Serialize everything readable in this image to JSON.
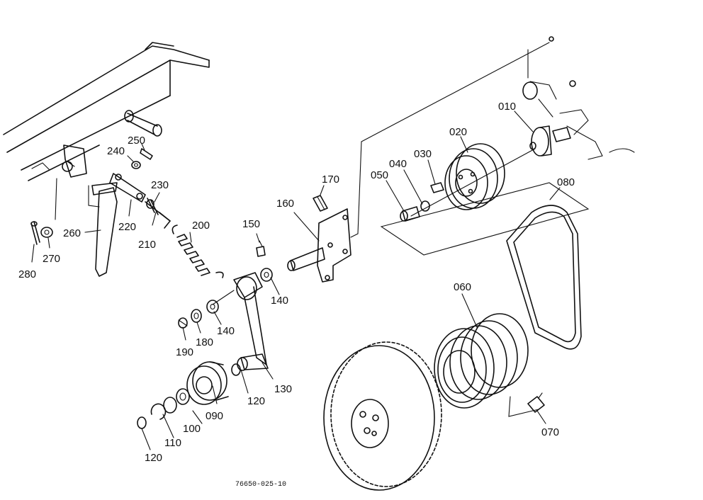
{
  "labels": {
    "p010": "010",
    "p020": "020",
    "p030": "030",
    "p040": "040",
    "p050": "050",
    "p060": "060",
    "p070": "070",
    "p080": "080",
    "p090": "090",
    "p100": "100",
    "p110": "110",
    "p120a": "120",
    "p120b": "120",
    "p130": "130",
    "p140a": "140",
    "p140b": "140",
    "p150": "150",
    "p160": "160",
    "p170": "170",
    "p180": "180",
    "p190": "190",
    "p200": "200",
    "p210": "210",
    "p220": "220",
    "p230": "230",
    "p240": "240",
    "p250": "250",
    "p260": "260",
    "p270": "270",
    "p280": "280"
  },
  "drawing_code": "76650-025-10"
}
